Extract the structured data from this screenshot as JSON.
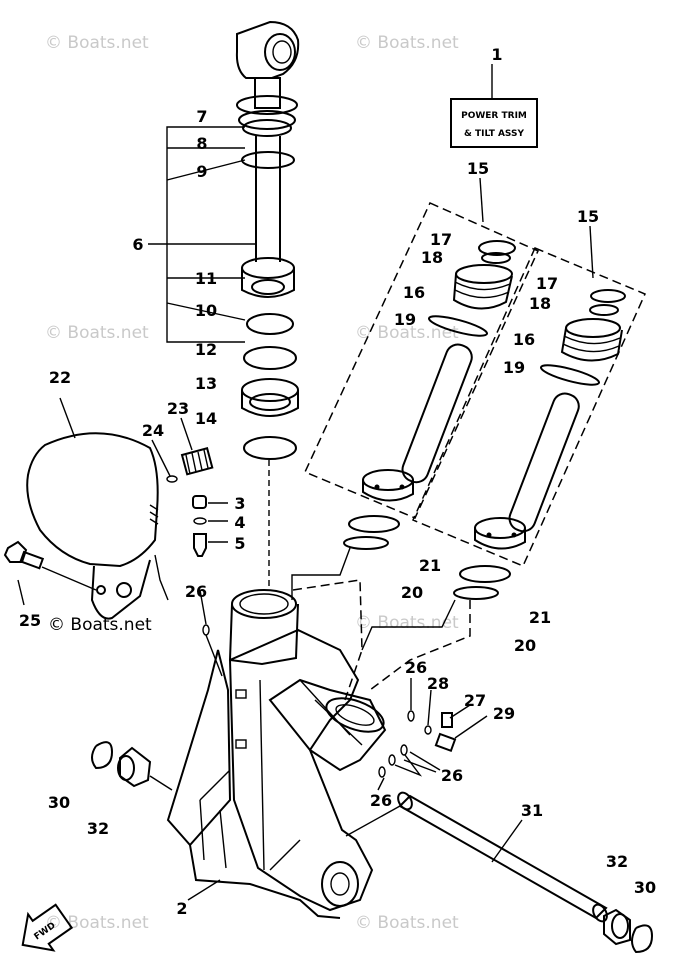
{
  "watermark": "© Boats.net",
  "assembly_label": {
    "line1": "POWER TRIM",
    "line2": "& TILT ASSY"
  },
  "fwd_label": "FWD",
  "callouts": [
    {
      "id": "c1",
      "text": "1"
    },
    {
      "id": "c2",
      "text": "2"
    },
    {
      "id": "c3",
      "text": "3"
    },
    {
      "id": "c4",
      "text": "4"
    },
    {
      "id": "c5",
      "text": "5"
    },
    {
      "id": "c6",
      "text": "6"
    },
    {
      "id": "c7",
      "text": "7"
    },
    {
      "id": "c8",
      "text": "8"
    },
    {
      "id": "c9",
      "text": "9"
    },
    {
      "id": "c10",
      "text": "10"
    },
    {
      "id": "c11",
      "text": "11"
    },
    {
      "id": "c12",
      "text": "12"
    },
    {
      "id": "c13",
      "text": "13"
    },
    {
      "id": "c14",
      "text": "14"
    },
    {
      "id": "c15a",
      "text": "15"
    },
    {
      "id": "c15b",
      "text": "15"
    },
    {
      "id": "c16a",
      "text": "16"
    },
    {
      "id": "c16b",
      "text": "16"
    },
    {
      "id": "c17a",
      "text": "17"
    },
    {
      "id": "c17b",
      "text": "17"
    },
    {
      "id": "c18a",
      "text": "18"
    },
    {
      "id": "c18b",
      "text": "18"
    },
    {
      "id": "c19a",
      "text": "19"
    },
    {
      "id": "c19b",
      "text": "19"
    },
    {
      "id": "c20a",
      "text": "20"
    },
    {
      "id": "c20b",
      "text": "20"
    },
    {
      "id": "c21a",
      "text": "21"
    },
    {
      "id": "c21b",
      "text": "21"
    },
    {
      "id": "c22",
      "text": "22"
    },
    {
      "id": "c23",
      "text": "23"
    },
    {
      "id": "c24",
      "text": "24"
    },
    {
      "id": "c25",
      "text": "25"
    },
    {
      "id": "c26a",
      "text": "26"
    },
    {
      "id": "c26b",
      "text": "26"
    },
    {
      "id": "c26c",
      "text": "26"
    },
    {
      "id": "c26d",
      "text": "26"
    },
    {
      "id": "c27",
      "text": "27"
    },
    {
      "id": "c28",
      "text": "28"
    },
    {
      "id": "c29",
      "text": "29"
    },
    {
      "id": "c30a",
      "text": "30"
    },
    {
      "id": "c30b",
      "text": "30"
    },
    {
      "id": "c31",
      "text": "31"
    },
    {
      "id": "c32a",
      "text": "32"
    },
    {
      "id": "c32b",
      "text": "32"
    }
  ]
}
